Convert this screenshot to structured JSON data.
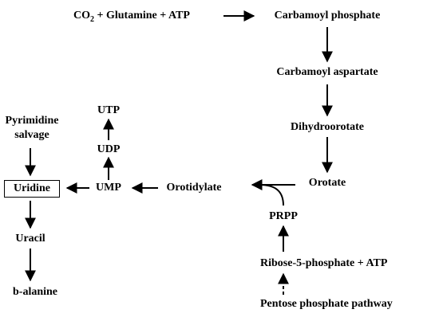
{
  "pathway": {
    "co2": "CO",
    "co2_subscript": "2",
    "reactants_rest": "+ Glutamine + ATP",
    "carbamoyl_phosphate": "Carbamoyl phosphate",
    "carbamoyl_aspartate": "Carbamoyl aspartate",
    "dihydroorotate": "Dihydroorotate",
    "orotate": "Orotate",
    "orotidylate": "Orotidylate",
    "prpp": "PRPP",
    "ribose_5_phosphate": "Ribose-5-phosphate + ATP",
    "pentose_phosphate_pathway": "Pentose phosphate pathway",
    "ump": "UMP",
    "udp": "UDP",
    "utp": "UTP",
    "uridine": "Uridine",
    "pyrimidine_salvage_line1": "Pyrimidine",
    "pyrimidine_salvage_line2": "salvage",
    "uracil": "Uracil",
    "b_alanine": "b-alanine"
  },
  "colors": {
    "ink": "#000000",
    "background": "#ffffff"
  }
}
